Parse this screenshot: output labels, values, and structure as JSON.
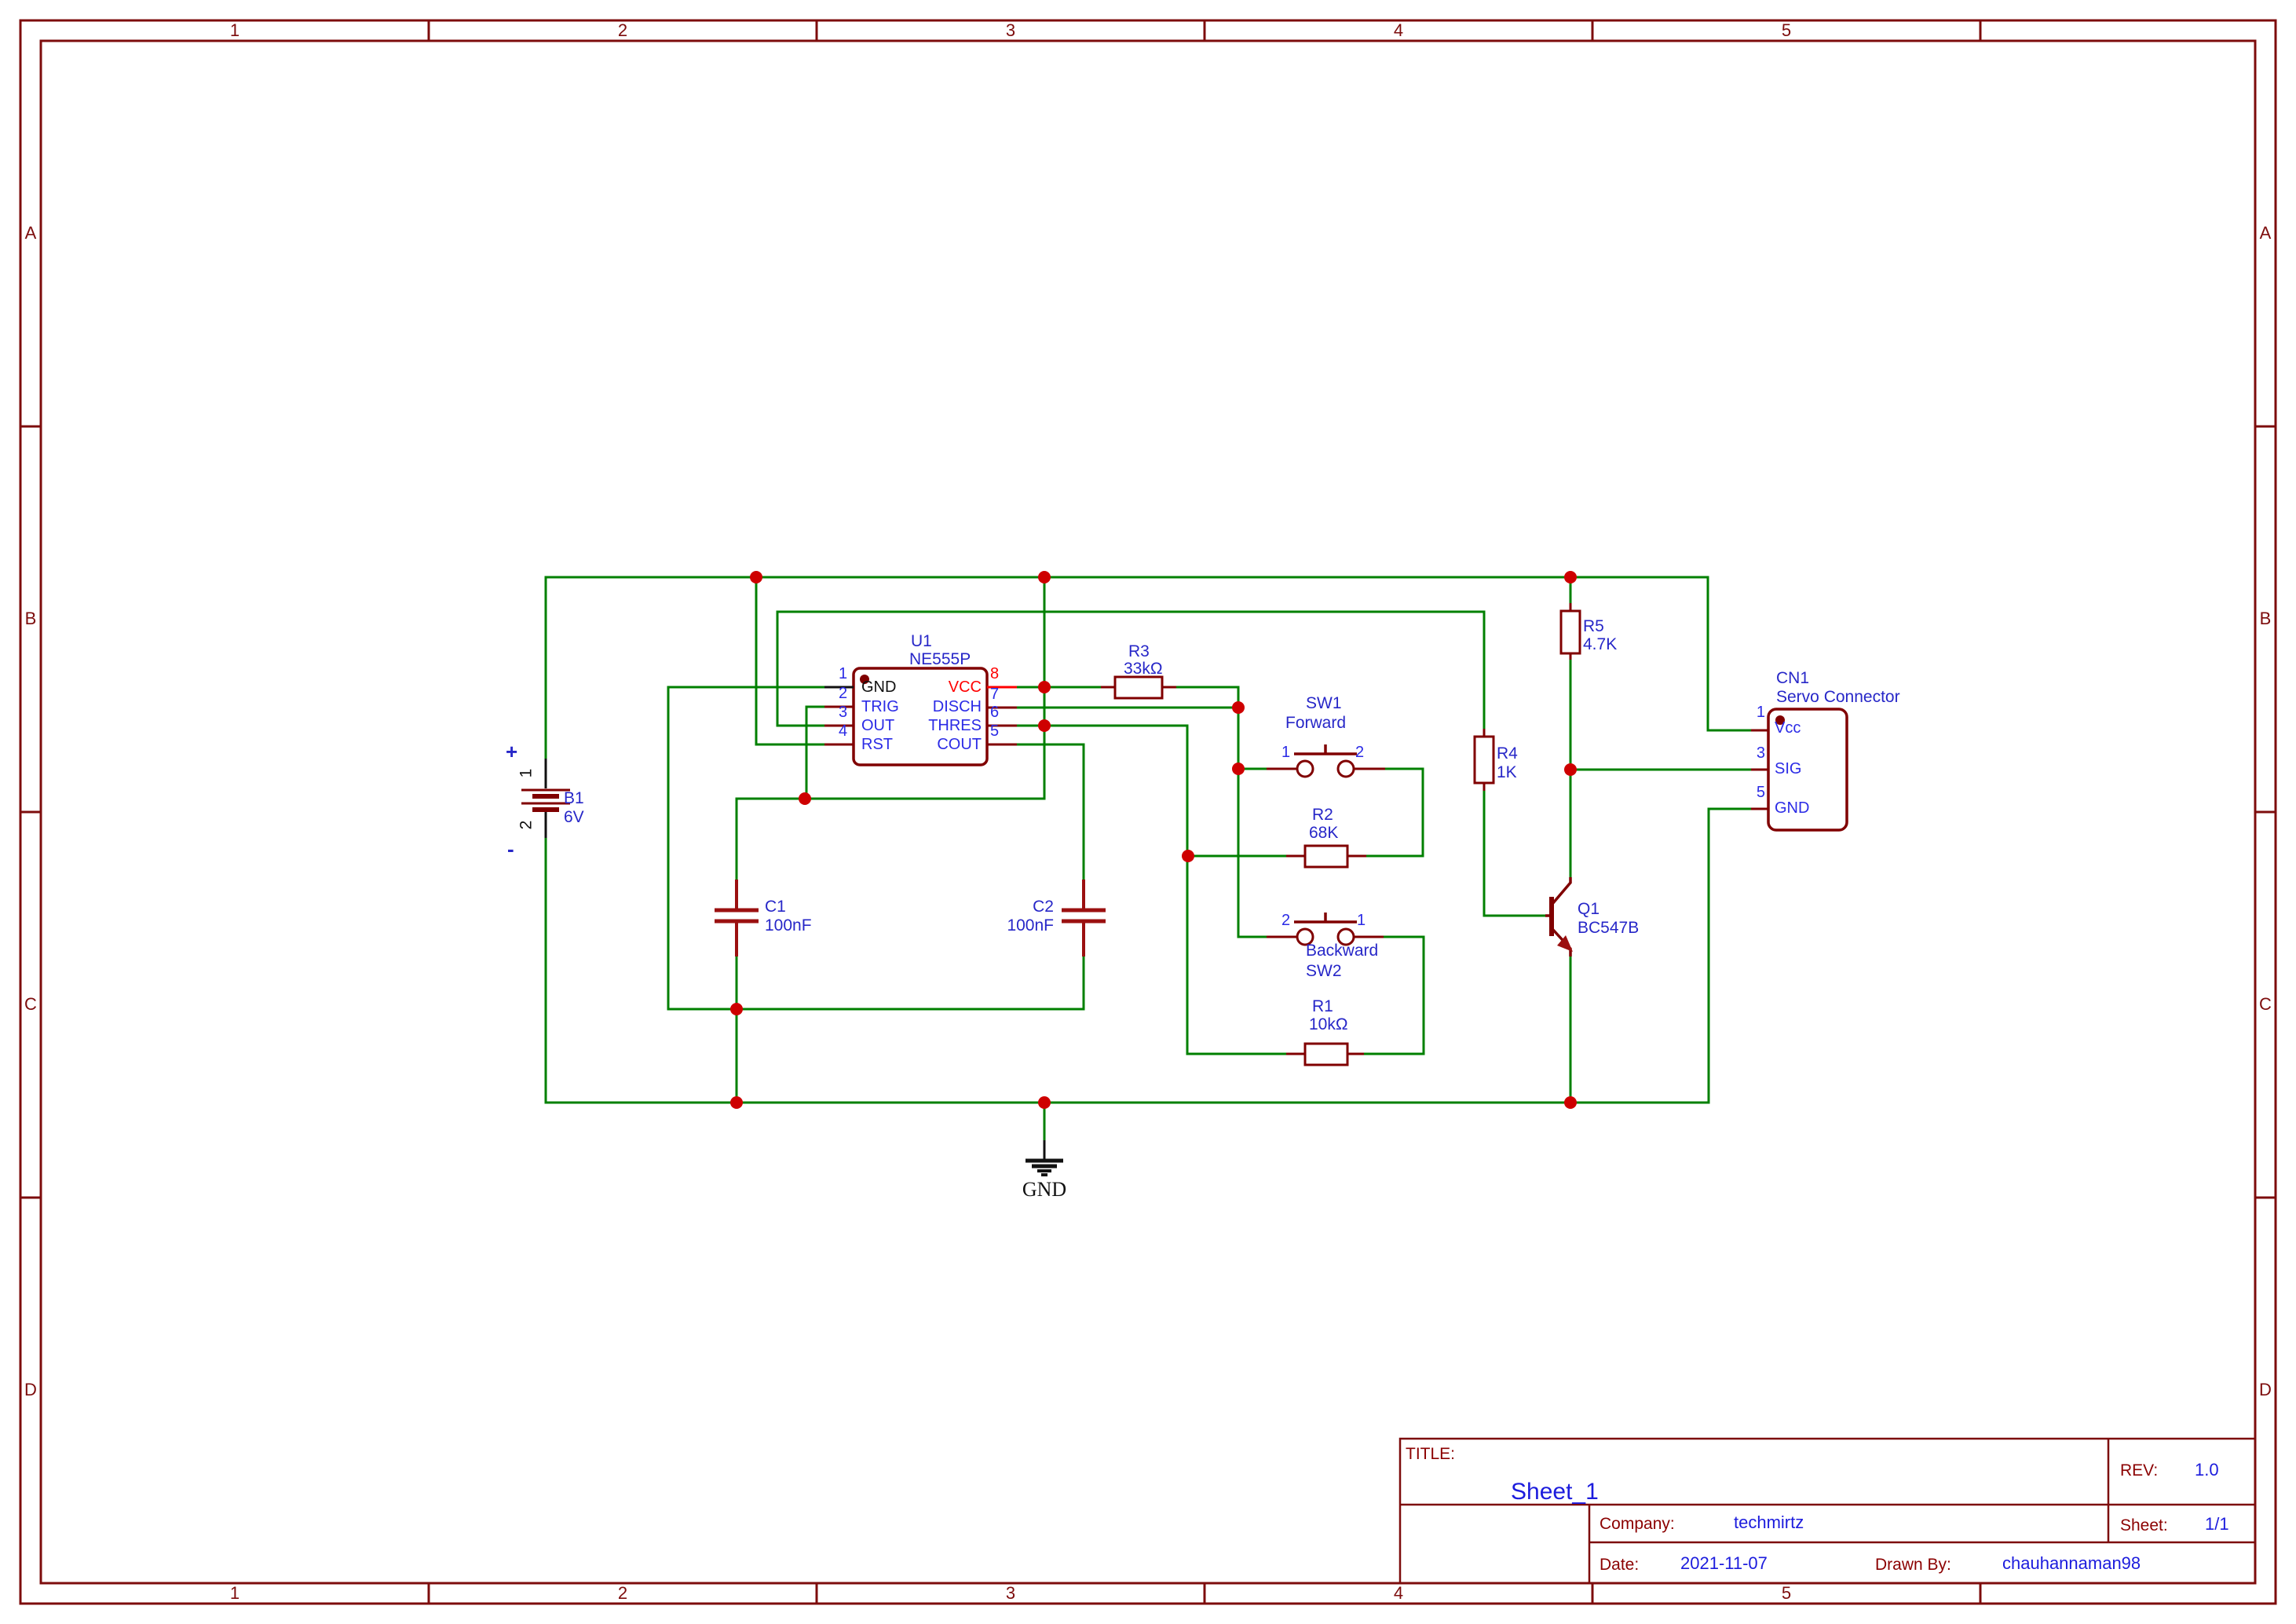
{
  "sheet": {
    "columns": [
      "1",
      "2",
      "3",
      "4",
      "5"
    ],
    "rows": [
      "A",
      "B",
      "C",
      "D"
    ]
  },
  "title_block": {
    "title_label": "TITLE:",
    "title": "Sheet_1",
    "rev_label": "REV:",
    "rev": "1.0",
    "company_label": "Company:",
    "company": "techmirtz",
    "sheet_label": "Sheet:",
    "sheet": "1/1",
    "date_label": "Date:",
    "date": "2021-11-07",
    "drawn_by_label": "Drawn By:",
    "drawn_by": "chauhannaman98"
  },
  "components": {
    "b1": {
      "ref": "B1",
      "value": "6V",
      "plus": "+",
      "minus": "-",
      "pin1": "1",
      "pin2": "2"
    },
    "u1": {
      "ref": "U1",
      "value": "NE555P",
      "left_pins": [
        {
          "num": "1",
          "name": "GND"
        },
        {
          "num": "2",
          "name": "TRIG"
        },
        {
          "num": "3",
          "name": "OUT"
        },
        {
          "num": "4",
          "name": "RST"
        }
      ],
      "right_pins": [
        {
          "num": "8",
          "name": "VCC"
        },
        {
          "num": "7",
          "name": "DISCH"
        },
        {
          "num": "6",
          "name": "THRES"
        },
        {
          "num": "5",
          "name": "COUT"
        }
      ]
    },
    "r1": {
      "ref": "R1",
      "value": "10kΩ"
    },
    "r2": {
      "ref": "R2",
      "value": "68K"
    },
    "r3": {
      "ref": "R3",
      "value": "33kΩ"
    },
    "r4": {
      "ref": "R4",
      "value": "1K"
    },
    "r5": {
      "ref": "R5",
      "value": "4.7K"
    },
    "c1": {
      "ref": "C1",
      "value": "100nF"
    },
    "c2": {
      "ref": "C2",
      "value": "100nF"
    },
    "sw1": {
      "ref": "SW1",
      "value": "Forward",
      "pin_left": "1",
      "pin_right": "2"
    },
    "sw2": {
      "ref": "SW2",
      "value": "Backward",
      "pin_left": "2",
      "pin_right": "1"
    },
    "q1": {
      "ref": "Q1",
      "value": "BC547B"
    },
    "cn1": {
      "ref": "CN1",
      "value": "Servo Connector",
      "pins": [
        {
          "num": "1",
          "name": "Vcc"
        },
        {
          "num": "3",
          "name": "SIG"
        },
        {
          "num": "5",
          "name": "GND"
        }
      ]
    },
    "gnd_net": {
      "name": "GND"
    }
  },
  "colors": {
    "wire_green": "#008000",
    "component_dark_red": "#800000",
    "vcc_red": "#FF0000",
    "junction_dot": "#CE0000",
    "label_blue": "#2727C8",
    "pin_blue": "#2B2BE6",
    "frame_dark_red": "#7D0C0C",
    "title_value_blue": "#1C1CDD"
  }
}
